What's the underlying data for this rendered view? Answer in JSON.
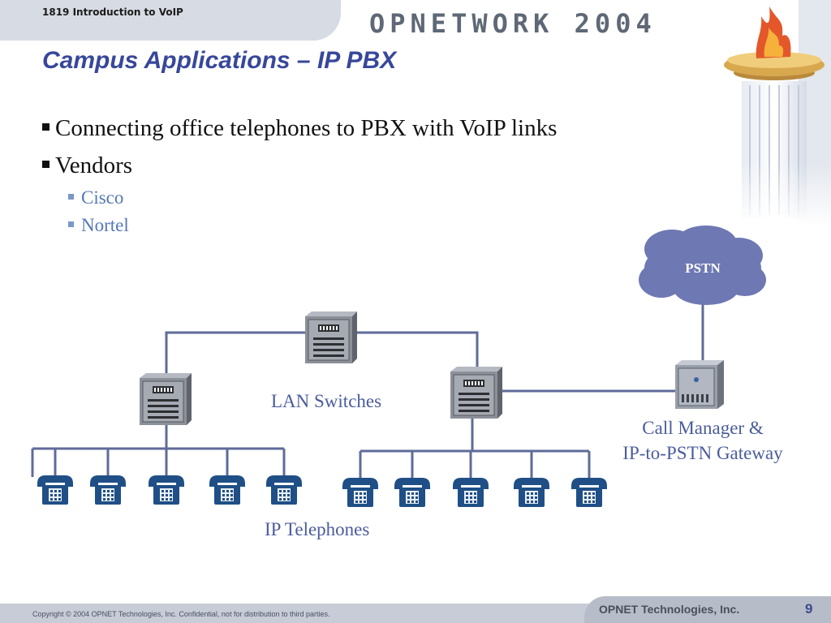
{
  "header": {
    "course": "1819 Introduction to VoIP",
    "brand": "OPNETWORK 2004"
  },
  "slide": {
    "title": "Campus Applications – IP PBX",
    "bullets": [
      {
        "text": "Connecting office telephones to PBX with VoIP links"
      },
      {
        "text": "Vendors",
        "children": [
          "Cisco",
          "Nortel"
        ]
      }
    ]
  },
  "diagram": {
    "cloud_label": "PSTN",
    "switches_label": "LAN Switches",
    "gateway_label_line1": "Call Manager &",
    "gateway_label_line2": "IP-to-PSTN Gateway",
    "phones_label": "IP Telephones",
    "phone_count_left": 5,
    "phone_count_right": 5,
    "colors": {
      "link": "#5f6b99",
      "cloud": "#6e78b3",
      "phone": "#1f4f86",
      "switch": "#7a7e86"
    }
  },
  "footer": {
    "copyright": "Copyright © 2004 OPNET Technologies, Inc.  Confidential, not for distribution to third parties.",
    "company": "OPNET Technologies, Inc.",
    "page": "9"
  }
}
